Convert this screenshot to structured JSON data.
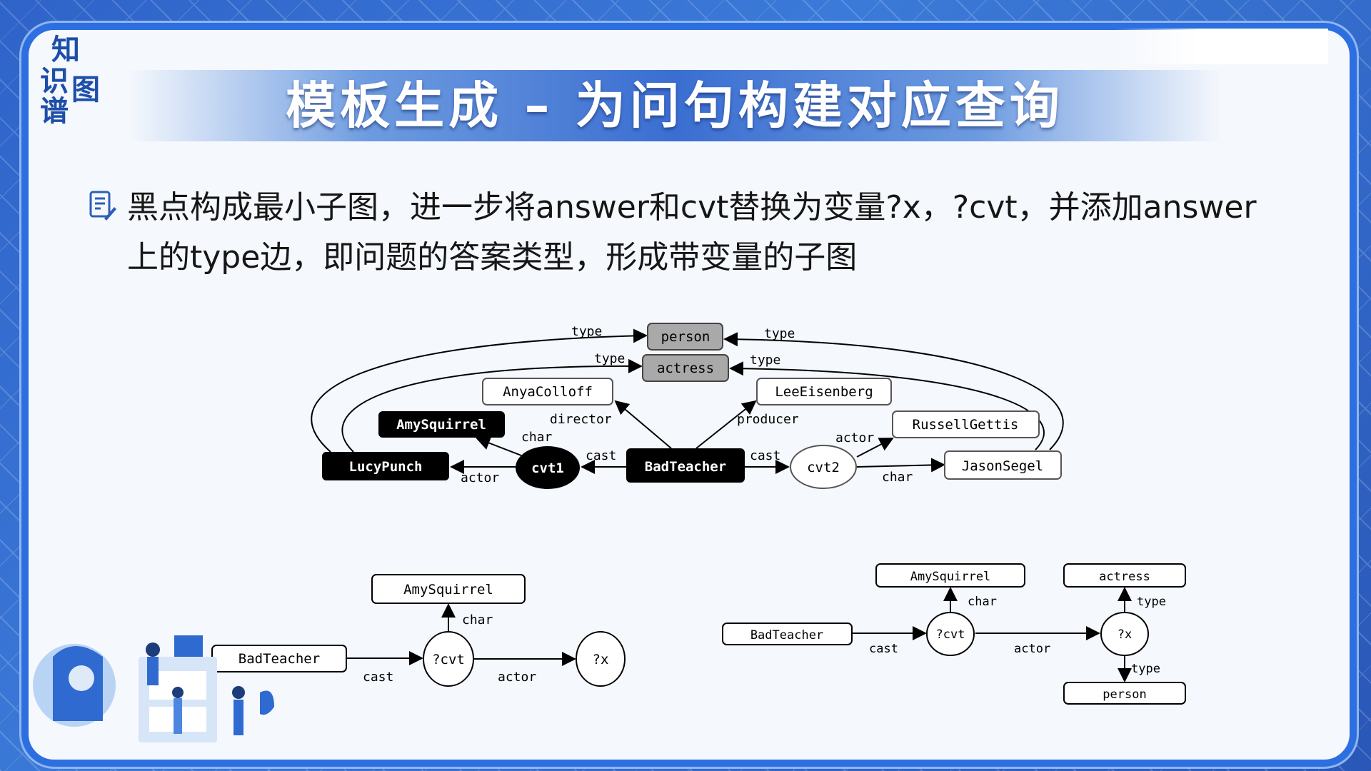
{
  "logo": {
    "line1": "知",
    "line2": "识",
    "line3": "图",
    "line4": "谱"
  },
  "slide": {
    "title": "模板生成 – 为问句构建对应查询",
    "bullet": "黑点构成最小子图，进一步将answer和cvt替换为变量?x，?cvt，并添加answer上的type边，即问题的答案类型，形成带变量的子图"
  },
  "graph_top": {
    "nodes": {
      "person": "person",
      "actress": "actress",
      "anya": "AnyaColloff",
      "lee": "LeeEisenberg",
      "amy": "AmySquirrel",
      "russell": "RussellGettis",
      "lucy": "LucyPunch",
      "cvt1": "cvt1",
      "bad": "BadTeacher",
      "cvt2": "cvt2",
      "jason": "JasonSegel"
    },
    "edges": {
      "type_person_l": "type",
      "type_person_r": "type",
      "type_actress_l": "type",
      "type_actress_r": "type",
      "director": "director",
      "producer": "producer",
      "char_left": "char",
      "cast_left": "cast",
      "actor_left": "actor",
      "cast_right": "cast",
      "actor_right": "actor",
      "char_right": "char"
    }
  },
  "graph_left": {
    "nodes": {
      "amy": "AmySquirrel",
      "bad": "BadTeacher",
      "cvt": "?cvt",
      "x": "?x"
    },
    "edges": {
      "char": "char",
      "cast": "cast",
      "actor": "actor"
    }
  },
  "graph_right": {
    "nodes": {
      "amy": "AmySquirrel",
      "actress": "actress",
      "bad": "BadTeacher",
      "cvt": "?cvt",
      "x": "?x",
      "person": "person"
    },
    "edges": {
      "char": "char",
      "type_top": "type",
      "cast": "cast",
      "actor": "actor",
      "type_bottom": "type"
    }
  },
  "colors": {
    "accent": "#2d6fe0",
    "black_node": "#000000",
    "gray_node": "#a9a9a9"
  }
}
